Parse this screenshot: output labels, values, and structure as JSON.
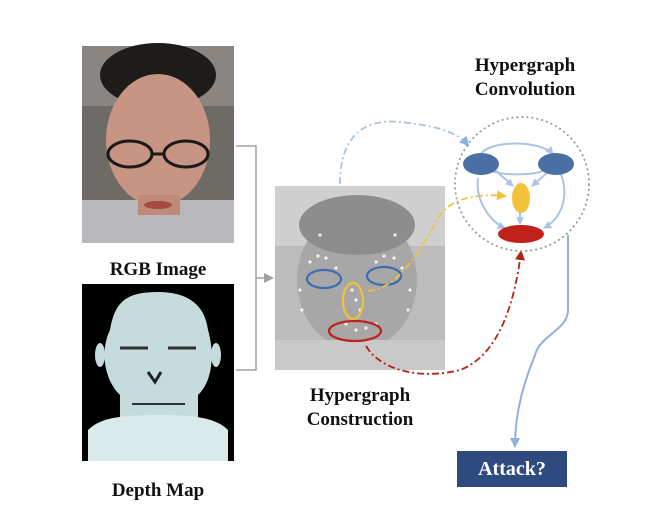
{
  "labels": {
    "rgb_image": "RGB Image",
    "depth_map": "Depth Map",
    "hypergraph_construction": "Hypergraph\nConstruction",
    "hypergraph_convolution": "Hypergraph\nConvolution",
    "attack": "Attack?"
  },
  "colors": {
    "blue_node": "#4a6fa5",
    "yellow_node": "#f2c23a",
    "red_node": "#c0221b",
    "blue_dashed": "#a9c4e6",
    "yellow_dashed": "#f2c23a",
    "red_dashed": "#b32216",
    "arrow_gray": "#a0a0a0",
    "attack_box": "#2f4a7f"
  }
}
